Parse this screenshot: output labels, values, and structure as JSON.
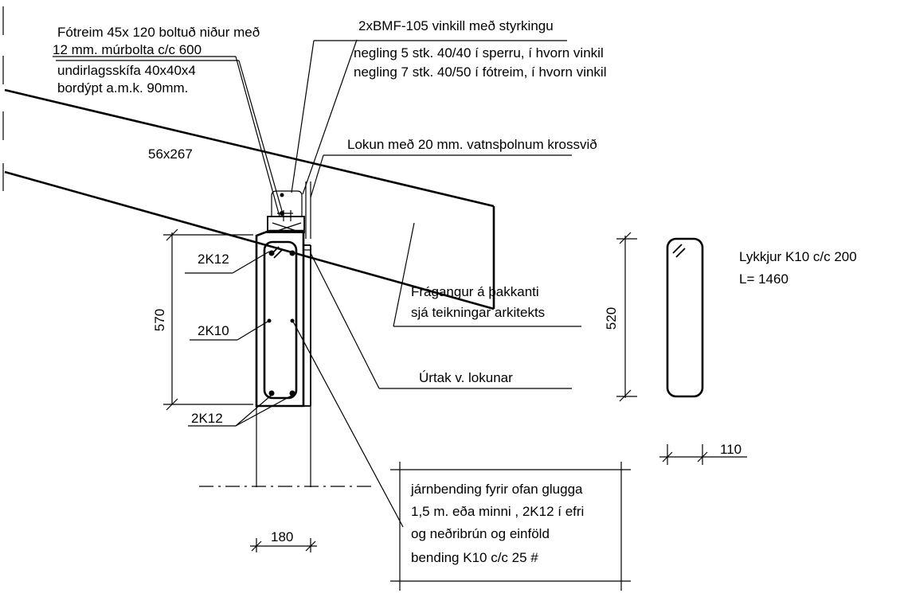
{
  "labels": {
    "footplate_1": "Fótreim 45x 120 boltuð niður með",
    "footplate_2": "12 mm. múrbolta c/c 600",
    "washer_1": "undirlagsskífa 40x40x4",
    "washer_2": "bordýpt a.m.k.  90mm.",
    "bracket": "2xBMF-105 vinkill með styrkingu",
    "nailing_1": "negling 5 stk. 40/40 í sperru, í hvorn vinkil",
    "nailing_2": "negling  7 stk. 40/50 í fótreim, í hvorn vinkil",
    "rafter": "56x267",
    "closure": "Lokun með 20 mm. vatnsþolnum krossvið",
    "rebar_top": "2K12",
    "rebar_mid": "2K10",
    "rebar_bottom": "2K12",
    "dim_height": "570",
    "finishing_1": "Frágangur á þakkanti",
    "finishing_2": "sjá teikningar arkitekts",
    "recess": "Úrtak v. lokunar",
    "stirrups_1": "Lykkjur K10 c/c 200",
    "stirrups_2": "L= 1460",
    "dim_stirrup_height": "520",
    "dim_stirrup_width": "110",
    "dim_beam_width": "180",
    "note_1": "járnbending fyrir ofan glugga",
    "note_2": "1,5 m. eða minni , 2K12 í efri",
    "note_3": "og neðribrún og einföld",
    "note_4": "bending K10 c/c 25 #"
  }
}
